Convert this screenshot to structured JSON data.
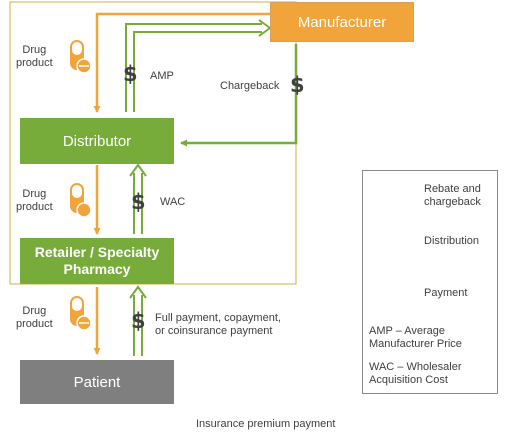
{
  "nodes": {
    "manufacturer": "Manufacturer",
    "distributor": "Distributor",
    "retailer": "Retailer / Specialty\nPharmacy",
    "patient": "Patient"
  },
  "labels": {
    "drug_product_1": "Drug\nproduct",
    "drug_product_2": "Drug\nproduct",
    "drug_product_3": "Drug\nproduct",
    "amp": "AMP",
    "chargeback": "Chargeback",
    "wac": "WAC",
    "full_payment": "Full payment, copayment,\nor coinsurance payment",
    "insurance": "Insurance premium payment",
    "dollar": "$"
  },
  "legend": {
    "rebate": "Rebate and\nchargeback",
    "distribution": "Distribution",
    "payment": "Payment",
    "amp_def": "AMP – Average\nManufacturer Price",
    "wac_def": "WAC – Wholesaler\nAcquisition Cost"
  },
  "colors": {
    "green": "#77ab3a",
    "orange": "#f0a43a",
    "gray": "#7f7f7f",
    "outline": "#c9b24a"
  }
}
